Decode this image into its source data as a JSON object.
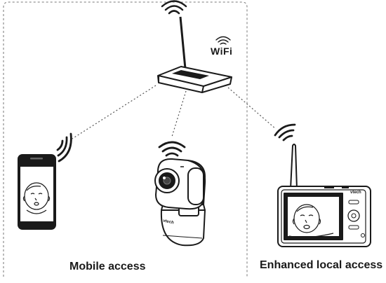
{
  "labels": {
    "wifi": "WiFi",
    "mobile_access": "Mobile access",
    "enhanced_local_access": "Enhanced local access",
    "brand_camera": "vtech",
    "brand_monitor": "vtech"
  },
  "icons": [
    "router-icon",
    "wifi-signal-icon",
    "smartphone-icon",
    "baby-camera-icon",
    "parent-monitor-icon",
    "baby-face-icon"
  ],
  "colors": {
    "line": "#1a1a1a",
    "dotted_link": "#555555",
    "device_fill": "#ffffff",
    "screen_dark": "#222222"
  }
}
